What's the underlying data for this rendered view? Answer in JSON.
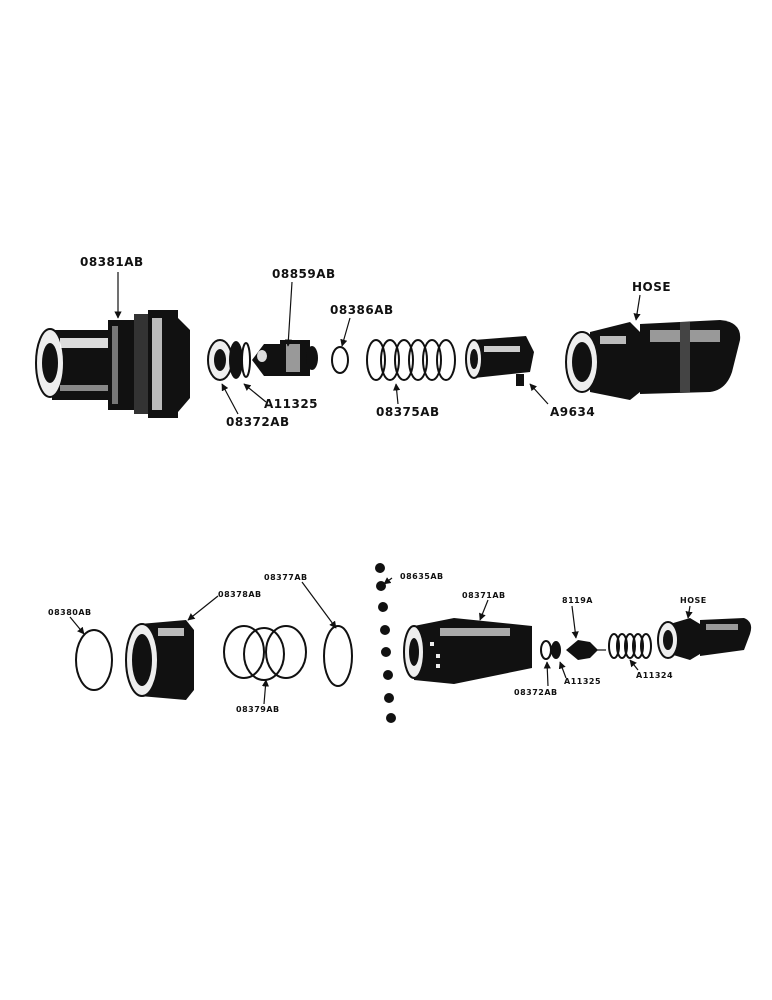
{
  "top_assembly": {
    "labels": {
      "coupler_body": "08381AB",
      "valve": "08859AB",
      "o_ring": "08386AB",
      "hose_fitting": "HOSE",
      "valve_seat": "A11325",
      "valve_ring": "08372AB",
      "spring": "08375AB",
      "tube": "A9634"
    }
  },
  "bottom_assembly": {
    "labels": {
      "ball_set": "08635AB",
      "sleeve_ring": "08377AB",
      "sleeve": "08378AB",
      "end_ring": "08380AB",
      "socket_body": "08371AB",
      "pin": "8119A",
      "hose_fitting": "HOSE",
      "seal": "A11325",
      "seal_ring": "08372AB",
      "spring": "A11324",
      "sleeve_spring": "08379AB"
    }
  }
}
